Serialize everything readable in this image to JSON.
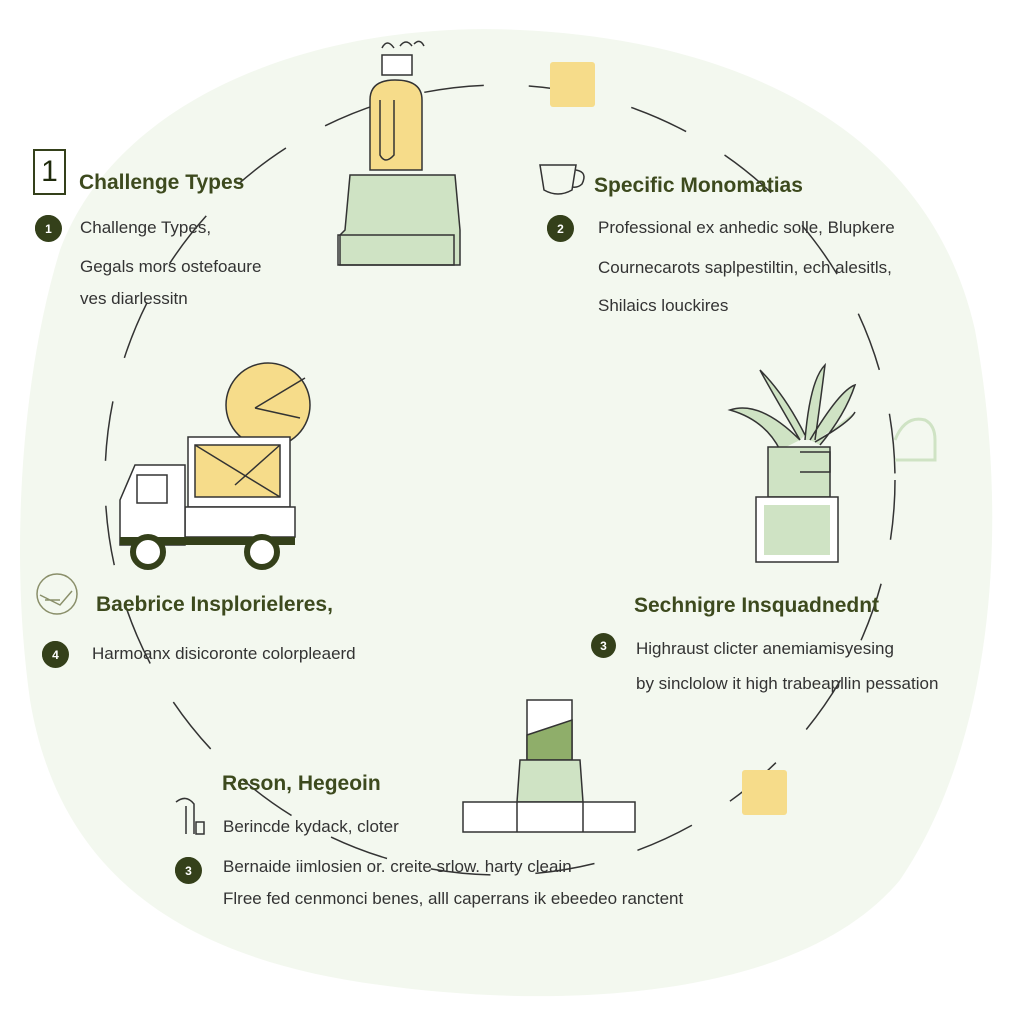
{
  "sections": [
    {
      "heading": "Challenge Types",
      "box_number": "1",
      "badge": "1",
      "lines": [
        "Challenge Types,",
        "Gegals mors ostefoaure",
        "ves diarlessitn"
      ]
    },
    {
      "heading": "Specific Monomatias",
      "badge": "2",
      "lines": [
        "Professional ex anhedic solle, Blupkere",
        "Cournecarots saplpestiltin, ech alesitls,",
        "Shilaics louckires"
      ]
    },
    {
      "heading": "Sechnigre Insquadnednt",
      "badge": "3",
      "lines": [
        "Highraust clicter anemiamisyesing",
        "by sinclolow it high trabeapllin pessation"
      ]
    },
    {
      "heading": "Baebrice Insplorieleres,",
      "badge": "4",
      "lines": [
        "Harmoanx disicoronte colorpleaerd"
      ]
    },
    {
      "heading": "Reson, Hegeoin",
      "badge": "3",
      "lines": [
        "Berincde kydack, cloter",
        "Bernaide iimlosien or. creite srlow. harty cleain",
        "Flree fed cenmonci benes, alll caperrans ik ebeedeo ranctent"
      ]
    }
  ],
  "colors": {
    "accent_dark": "#34401a",
    "heading": "#3d4a1e",
    "yellow": "#f6dc8a",
    "green_fill": "#cfe3c4",
    "background_blob": "#f3f8ef"
  },
  "icons": [
    "bottle-icon",
    "cup-icon",
    "truck-icon",
    "plant-icon",
    "jar-icon",
    "hand-icon",
    "leaf-icon",
    "tool-icon"
  ]
}
